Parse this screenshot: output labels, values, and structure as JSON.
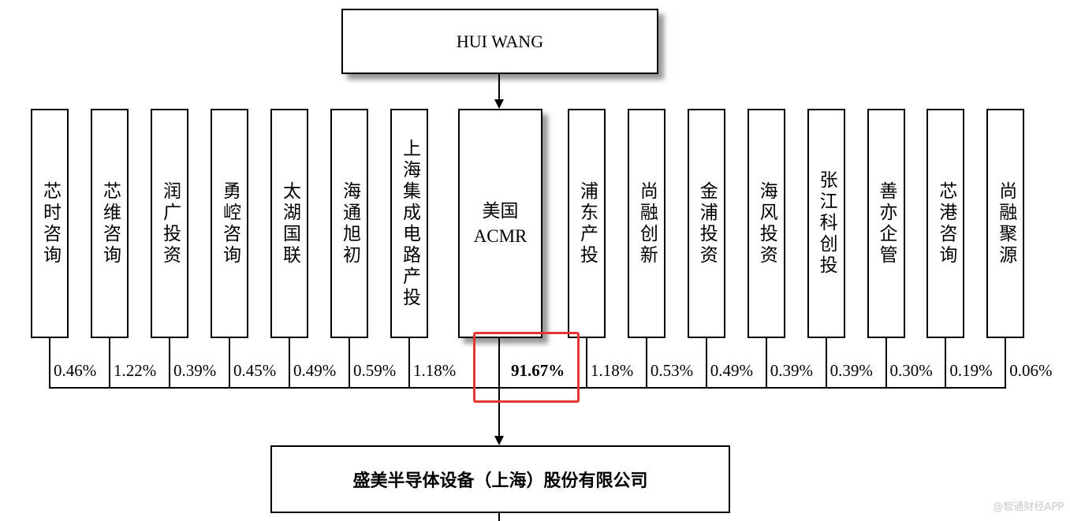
{
  "top_entity": "HUI WANG",
  "main_holder": {
    "line1": "美国",
    "line2": "ACMR",
    "pct": "91.67%"
  },
  "left_holders": [
    {
      "name": "芯时咨询",
      "pct": "0.46%"
    },
    {
      "name": "芯维咨询",
      "pct": "1.22%"
    },
    {
      "name": "润广投资",
      "pct": "0.39%"
    },
    {
      "name": "勇崆咨询",
      "pct": "0.45%"
    },
    {
      "name": "太湖国联",
      "pct": "0.49%"
    },
    {
      "name": "海通旭初",
      "pct": "0.59%"
    },
    {
      "name": "上海集成电路产投",
      "pct": "1.18%"
    }
  ],
  "right_holders": [
    {
      "name": "浦东产投",
      "pct": "1.18%"
    },
    {
      "name": "尚融创新",
      "pct": "0.53%"
    },
    {
      "name": "金浦投资",
      "pct": "0.49%"
    },
    {
      "name": "海风投资",
      "pct": "0.39%"
    },
    {
      "name": "张江科创投",
      "pct": "0.39%"
    },
    {
      "name": "善亦企管",
      "pct": "0.30%"
    },
    {
      "name": "芯港咨询",
      "pct": "0.19%"
    },
    {
      "name": "尚融聚源",
      "pct": "0.06%"
    }
  ],
  "company": "盛美半导体设备（上海）股份有限公司",
  "watermark": "@智通财经APP",
  "highlight_color": "#e8352f"
}
